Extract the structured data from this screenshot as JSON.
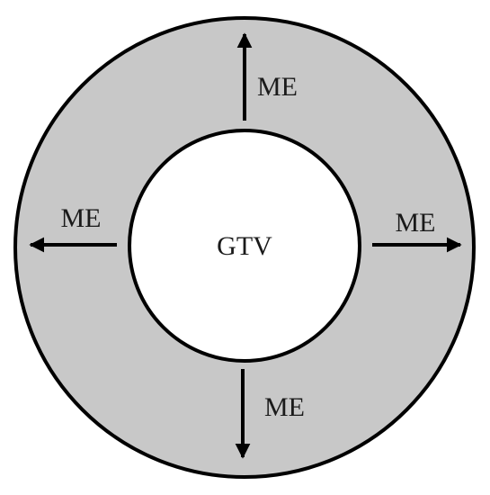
{
  "diagram": {
    "center_label": "GTV",
    "arrows": [
      {
        "direction": "up",
        "label": "ME"
      },
      {
        "direction": "left",
        "label": "ME"
      },
      {
        "direction": "right",
        "label": "ME"
      },
      {
        "direction": "down",
        "label": "ME"
      }
    ]
  },
  "colors": {
    "ring_fill": "#c8c8c8",
    "inner_fill": "#ffffff",
    "stroke": "#000000",
    "text": "#1a1a1a"
  }
}
